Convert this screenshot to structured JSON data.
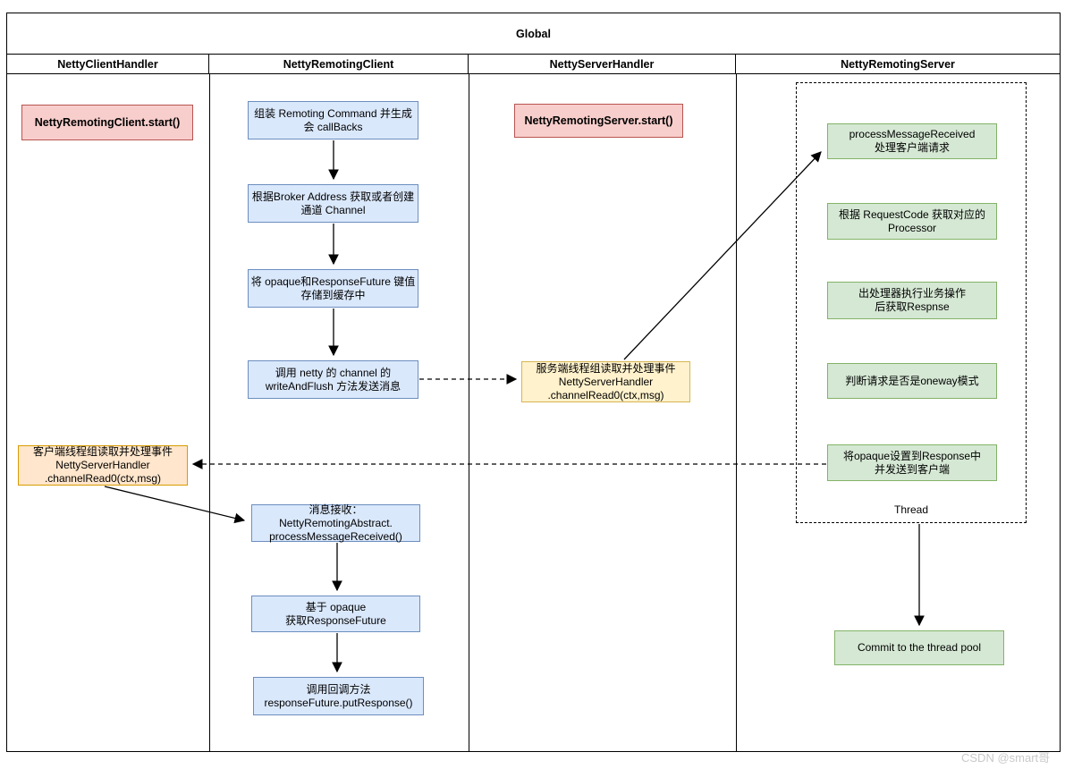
{
  "title": "Global",
  "lanes": [
    {
      "label": "NettyClientHandler"
    },
    {
      "label": "NettyRemotingClient"
    },
    {
      "label": "NettyServerHandler"
    },
    {
      "label": "NettyRemotingServer"
    }
  ],
  "nodes": {
    "client_start": {
      "text": "NettyRemotingClient.start()"
    },
    "assemble_command": {
      "text": "组装 Remoting Command 并生成\n会 callBacks"
    },
    "get_channel": {
      "text": "根据Broker Address 获取或者创建\n通道 Channel"
    },
    "cache_kv": {
      "text": "将 opaque和ResponseFuture 键值\n存储到缓存中"
    },
    "write_flush": {
      "text": "调用 netty 的 channel 的\nwriteAndFlush 方法发送消息"
    },
    "server_start": {
      "text": "NettyRemotingServer.start()"
    },
    "server_read": {
      "text": "服务端线程组读取并处理事件\nNettyServerHandler\n.channelRead0(ctx,msg)"
    },
    "client_read": {
      "text": "客户端线程组读取并处理事件\nNettyServerHandler\n.channelRead0(ctx,msg)"
    },
    "msg_receive": {
      "text": "消息接收：NettyRemotingAbstract.\nprocessMessageReceived()"
    },
    "get_future": {
      "text": "基于 opaque\n获取ResponseFuture"
    },
    "callback": {
      "text": "调用回调方法\nresponseFuture.putResponse()"
    },
    "process_received": {
      "text": "processMessageReceived\n处理客户端请求"
    },
    "request_code": {
      "text": "根据 RequestCode 获取对应的\nProcessor"
    },
    "exec_business": {
      "text": "出处理器执行业务操作\n后获取Respnse"
    },
    "oneway_check": {
      "text": "判断请求是否是oneway模式"
    },
    "set_opaque": {
      "text": "将opaque设置到Response中\n并发送到客户端"
    },
    "commit_pool": {
      "text": "Commit to the thread pool"
    }
  },
  "thread_group": {
    "label": "Thread"
  },
  "watermark": {
    "text": "CSDN @smart哥"
  },
  "colors": {
    "pink_fill": "#f8cecc",
    "pink_border": "#b85450",
    "blue_fill": "#dae8fc",
    "blue_border": "#6c8ebf",
    "green_fill": "#d5e8d4",
    "green_border": "#82b366",
    "orange_fill": "#ffe6cc",
    "orange_border": "#d79b00",
    "yellow_fill": "#fff2cc",
    "yellow_border": "#d6b656",
    "line": "#000000",
    "watermark": "#c9c9c9"
  }
}
